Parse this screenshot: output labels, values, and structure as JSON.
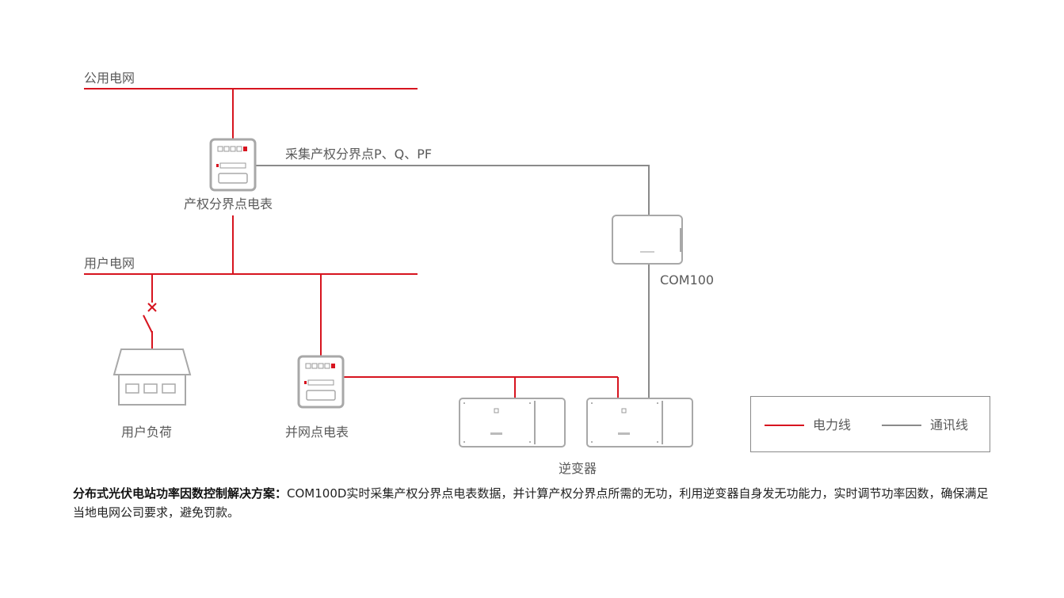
{
  "labels": {
    "public_grid": "公用电网",
    "user_grid": "用户电网",
    "boundary_meter": "产权分界点电表",
    "collect_note": "采集产权分界点P、Q、PF",
    "com100": "COM100",
    "user_load": "用户负荷",
    "grid_meter": "并网点电表",
    "inverter": "逆变器"
  },
  "legend": {
    "power_line": "电力线",
    "comm_line": "通讯线"
  },
  "description": {
    "title": "分布式光伏电站功率因数控制解决方案",
    "colon": "：",
    "body": "COM100D实时采集产权分界点电表数据，并计算产权分界点所需的无功，利用逆变器自身发无功能力，实时调节功率因数，确保满足当地电网公司要求，避免罚款。"
  },
  "colors": {
    "power_line": "#d7141f",
    "comm_line": "#8a8a8a",
    "device_stroke": "#a8a8a8"
  },
  "icons": {
    "boundary_meter": "electric-meter-icon",
    "grid_meter": "electric-meter-icon",
    "com100": "communication-box-icon",
    "user_load": "house-icon",
    "switch": "open-switch-icon",
    "inverter": "inverter-icon"
  }
}
